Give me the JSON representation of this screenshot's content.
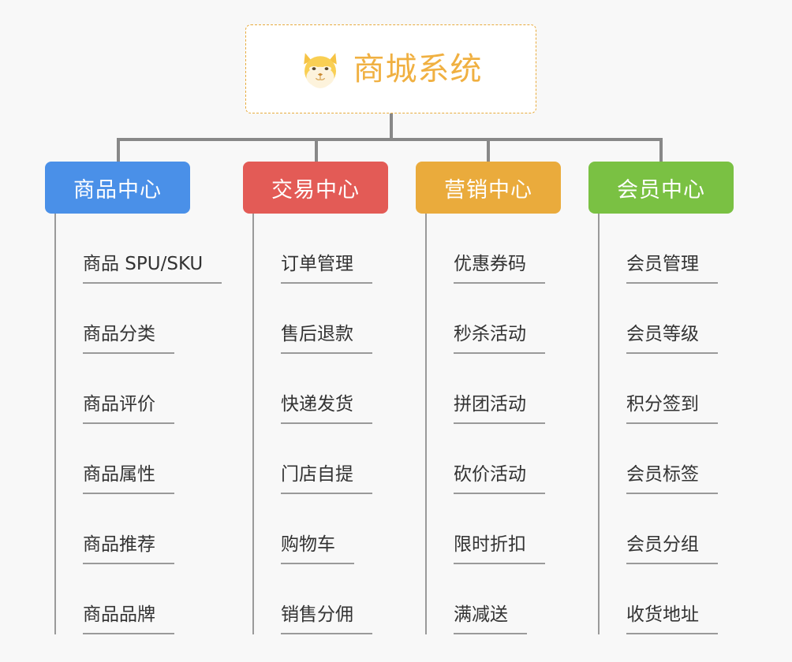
{
  "diagram": {
    "type": "mindmap",
    "background_color": "#f8f8f8",
    "root": {
      "title": "商城系统",
      "icon": "shiba-dog-icon",
      "text_color": "#f0b041",
      "border_color": "#e8ab3d",
      "background_color": "#ffffff"
    },
    "connector_color": "#888888",
    "branches": [
      {
        "label": "商品中心",
        "color": "#4a90e8",
        "items": [
          "商品 SPU/SKU",
          "商品分类",
          "商品评价",
          "商品属性",
          "商品推荐",
          "商品品牌"
        ]
      },
      {
        "label": "交易中心",
        "color": "#e35b56",
        "items": [
          "订单管理",
          "售后退款",
          "快递发货",
          "门店自提",
          "购物车",
          "销售分佣"
        ]
      },
      {
        "label": "营销中心",
        "color": "#eaab3c",
        "items": [
          "优惠券码",
          "秒杀活动",
          "拼团活动",
          "砍价活动",
          "限时折扣",
          "满减送"
        ]
      },
      {
        "label": "会员中心",
        "color": "#7ac143",
        "items": [
          "会员管理",
          "会员等级",
          "积分签到",
          "会员标签",
          "会员分组",
          "收货地址"
        ]
      }
    ]
  }
}
